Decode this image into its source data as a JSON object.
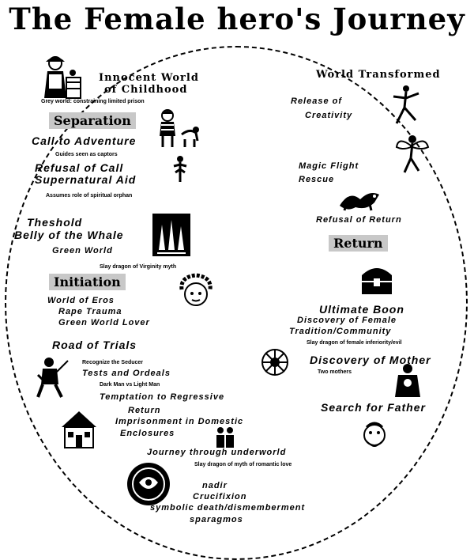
{
  "title": "The Female hero's Journey",
  "headers": {
    "separation": "Separation",
    "initiation": "Initiation",
    "return": "Return"
  },
  "left": {
    "innocent_1": "Innocent World",
    "innocent_2": "of Childhood",
    "grey_world": "Grey world: constraining limited prison",
    "call": "Call to Adventure",
    "guides": "Guides seen as captors",
    "refusal": "Refusal of Call",
    "aid": "Supernatural Aid",
    "assumes": "Assumes role of spiritual orphan",
    "threshold": "Theshold",
    "belly": "Belly of the Whale",
    "green": "Green World",
    "slay_virginity": "Slay dragon of Virginity myth",
    "eros": "World of Eros",
    "rape": "Rape Trauma",
    "green_lover": "Green World Lover",
    "road": "Road of Trials",
    "seducer": "Recognize the Seducer",
    "tests": "Tests and Ordeals",
    "dark_man": "Dark Man vs Light Man",
    "temptation": "Temptation to Regressive",
    "return_word": "Return",
    "imprison_1": "Imprisonment in Domestic",
    "imprison_2": "Enclosures",
    "journey_under": "Journey through underworld",
    "slay_romantic": "Slay dragon of myth of romantic love",
    "nadir": "nadir",
    "crucifixion": "Crucifixion",
    "symbolic": "symbolic death/dismemberment",
    "sparagmos": "sparagmos"
  },
  "right": {
    "world_transformed": "World Transformed",
    "release": "Release of",
    "creativity": "Creativity",
    "magic_flight": "Magic Flight",
    "rescue": "Rescue",
    "refusal_return": "Refusal of Return",
    "ultimate_boon": "Ultimate Boon",
    "discovery_female": "Discovery of Female",
    "tradition": "Tradition/Community",
    "slay_inferiority": "Slay dragon of female inferiority/evil",
    "discovery_mother": "Discovery of Mother",
    "two_mothers": "Two mothers",
    "search_father": "Search for Father"
  },
  "icons": [
    "grandma-icon",
    "girl-dog-icon",
    "winged-figure-icon",
    "forest-icon",
    "curly-head-icon",
    "knight-icon",
    "house-icon",
    "couple-icon",
    "globe-icon",
    "dancer-icon",
    "fairy-icon",
    "dragon-icon",
    "treasure-chest-icon",
    "mandala-icon",
    "mother-icon",
    "old-man-icon"
  ]
}
